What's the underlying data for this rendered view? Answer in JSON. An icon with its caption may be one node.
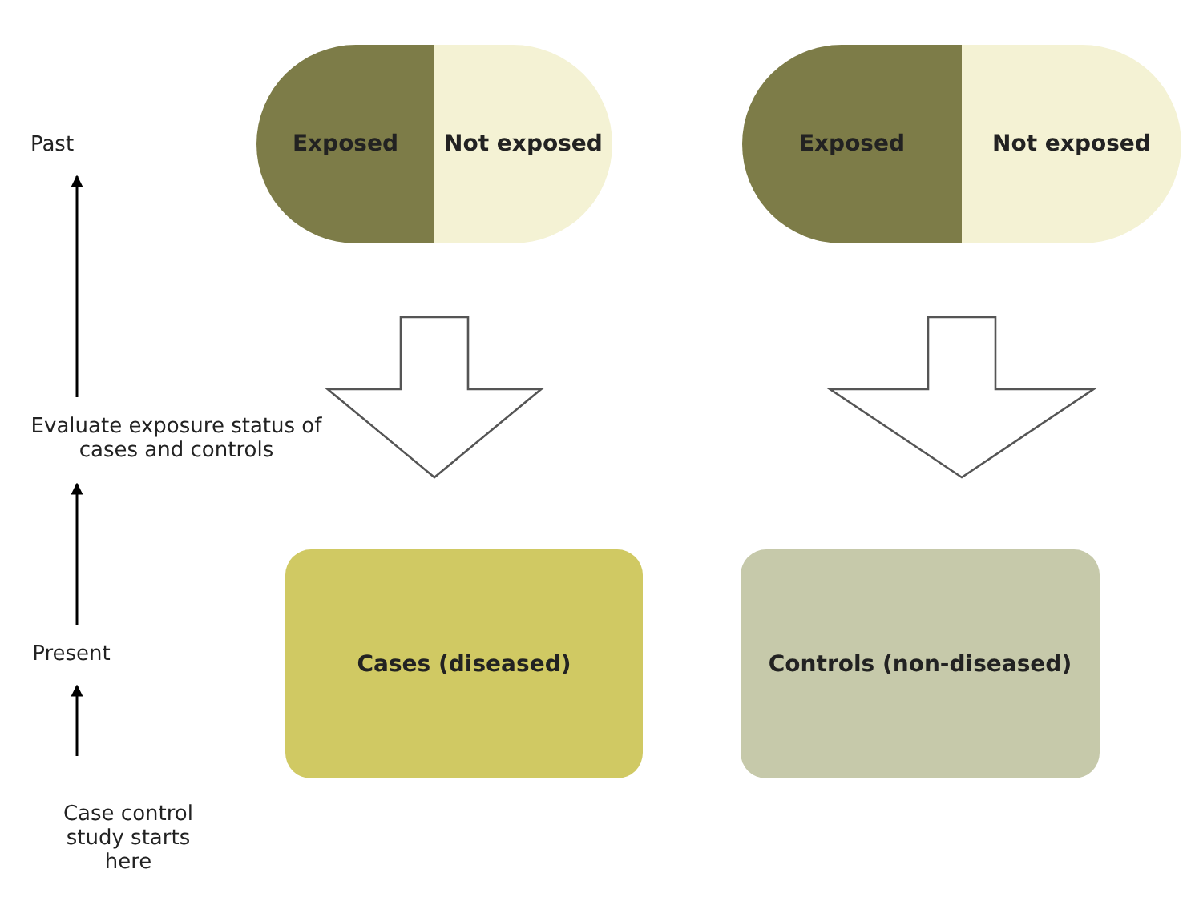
{
  "diagram": {
    "nodes": [
      {
        "text": [
          "Past"
        ]
      },
      {
        "text": [
          "Evaluate exposure status of cases and controls"
        ]
      },
      {
        "text": [
          "Present"
        ]
      },
      {
        "text": [
          "Case control study starts here"
        ]
      },
      {
        "text": [],
        "shape": "pill"
      },
      {
        "text": [
          "Exposed"
        ],
        "in": 4
      },
      {
        "text": [
          "Not exposed"
        ],
        "in": 4
      },
      {
        "text": [],
        "shape": "pill"
      },
      {
        "text": [
          "Exposed"
        ],
        "in": 7
      },
      {
        "text": [
          "Not exposed"
        ],
        "in": 7
      },
      {
        "text": [
          "Cases (diseased)"
        ]
      },
      {
        "text": [
          "Controls (non-diseased)"
        ]
      }
    ],
    "edges": [
      {
        "from": 1,
        "to": 0,
        "arrow": "to"
      },
      {
        "from": 2,
        "to": 1,
        "arrow": "to"
      },
      {
        "from": 3,
        "to": 2,
        "arrow": "to"
      },
      {
        "from": 4,
        "to": 10,
        "arrow": "to",
        "style": "thick"
      },
      {
        "from": 7,
        "to": 11,
        "arrow": "to",
        "style": "thick"
      }
    ]
  }
}
